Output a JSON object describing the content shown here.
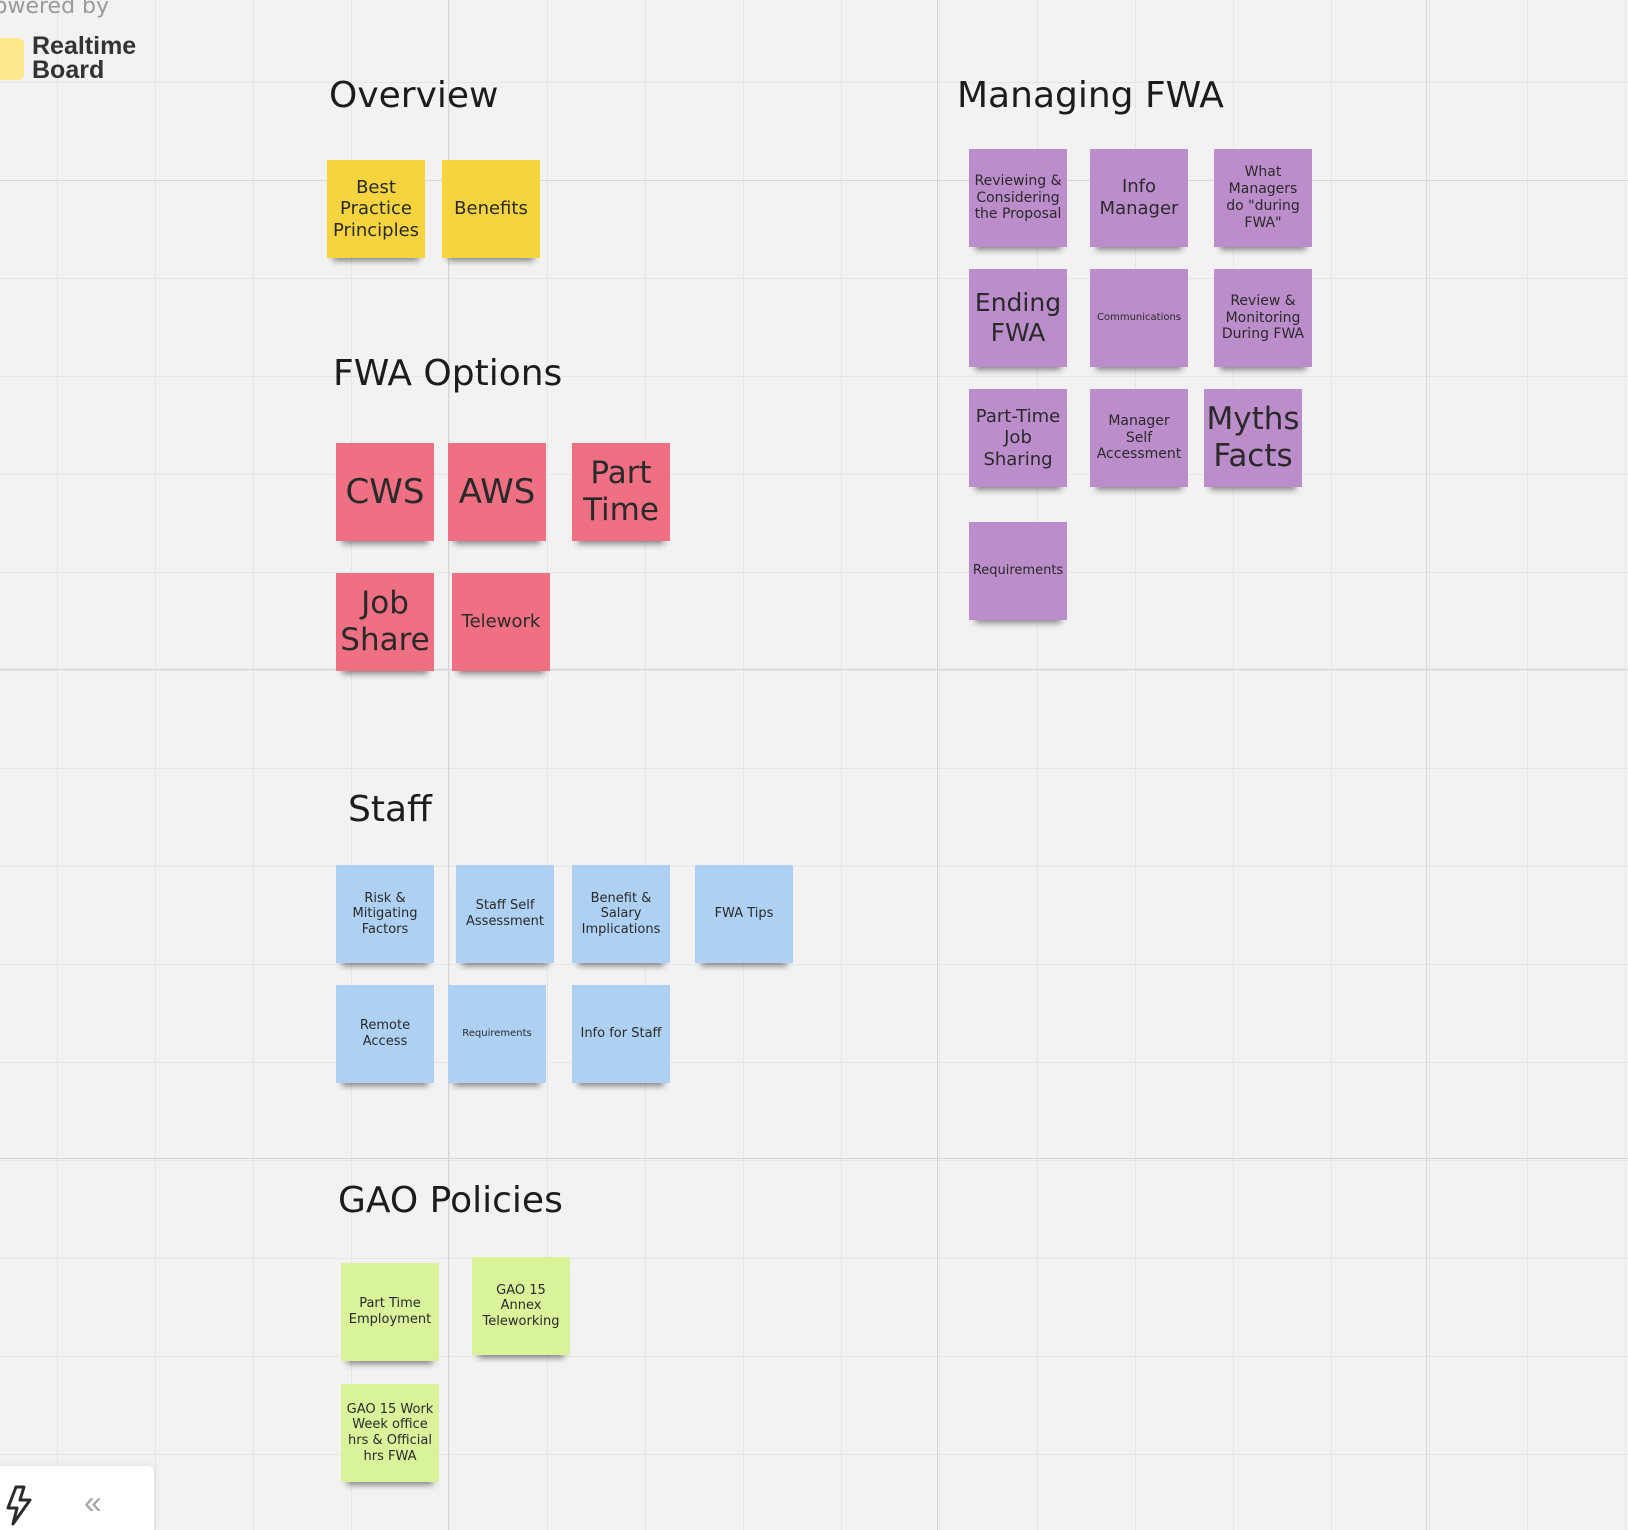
{
  "app": {
    "powered_by": "owered by",
    "brand_name": "Realtime Board"
  },
  "toolbar": {
    "quick_actions_icon": "lightning-bolt-icon",
    "collapse_icon": "double-chevron-left-icon",
    "collapse_glyph": "«"
  },
  "colors": {
    "yellow": "#f5d43f",
    "red": "#ef6f83",
    "purple": "#bc8dcb",
    "blue": "#aed0f3",
    "green": "#d9f39a",
    "board_background": "#f2f2f2"
  },
  "sections": {
    "overview": {
      "title": "Overview",
      "notes": [
        "Best Practice Principles",
        "Benefits"
      ]
    },
    "fwa_options": {
      "title": "FWA Options",
      "notes": [
        "CWS",
        "AWS",
        "Part Time",
        "Job Share",
        "Telework"
      ]
    },
    "staff": {
      "title": "Staff",
      "notes": [
        "Risk & Mitigating Factors",
        "Staff Self Assessment",
        "Benefit & Salary Implications",
        "FWA Tips",
        "Remote Access",
        "Requirements",
        "Info for Staff"
      ]
    },
    "gao_policies": {
      "title": "GAO Policies",
      "notes": [
        "Part Time Employment",
        "GAO 15 Annex Teleworking",
        "GAO 15 Work Week office hrs & Official hrs FWA"
      ]
    },
    "managing_fwa": {
      "title": "Managing FWA",
      "notes": [
        "Reviewing & Considering the Proposal",
        "Info Manager",
        "What Managers do \"during FWA\"",
        "Ending FWA",
        "Communications",
        "Review & Monitoring During FWA",
        "Part-Time Job Sharing",
        "Manager Self Accessment",
        "Myths Facts",
        "Requirements"
      ]
    }
  }
}
